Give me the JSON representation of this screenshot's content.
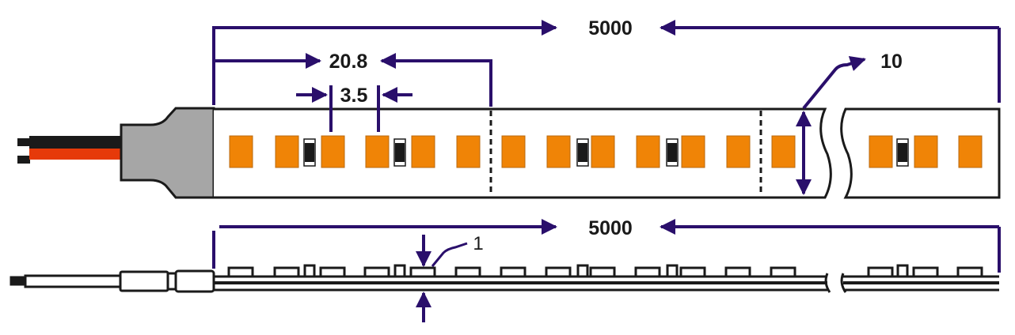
{
  "title": "LED strip dimension drawing",
  "dimensions": {
    "length_top": "5000",
    "segment_length": "20.8",
    "led_width": "3.5",
    "strip_width": "10",
    "length_bottom": "5000",
    "thickness": "1"
  },
  "colors": {
    "dimension": "#2a0f6b",
    "led": "#f08406",
    "connector": "#a6a6a6",
    "wire_red": "#e63a0a",
    "wire_black": "#1a1a1a"
  }
}
